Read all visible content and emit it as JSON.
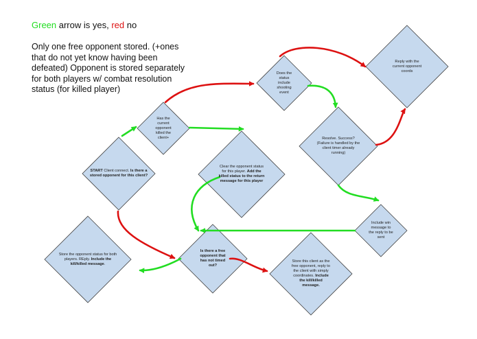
{
  "legend": {
    "green_word": "Green",
    "mid_text": " arrow is yes, ",
    "red_word": "red",
    "end_text": " no"
  },
  "note": "Only one free opponent stored. (+ones that do not yet know having been defeated) Opponent is stored separately for both players w/ combat resolution status (for killed player)",
  "colors": {
    "green": "#22dd22",
    "red": "#dd1111",
    "node_fill": "#c6d9ee",
    "node_stroke": "#444444"
  },
  "nodes": [
    {
      "id": "start",
      "parts": [
        {
          "t": "START",
          "b": true
        },
        {
          "t": " Client connect. ",
          "b": false
        },
        {
          "t": "Is there a stored opponent for this client?",
          "b": true
        }
      ]
    },
    {
      "id": "killed",
      "parts": [
        {
          "t": "Has the current opponent killed the client+",
          "b": false
        }
      ]
    },
    {
      "id": "shooting",
      "parts": [
        {
          "t": "Does the status include shooting event",
          "b": false
        }
      ]
    },
    {
      "id": "reply",
      "parts": [
        {
          "t": "Reply with the current opponent coords",
          "b": false
        }
      ]
    },
    {
      "id": "resolve",
      "parts": [
        {
          "t": "Resolve. Success? (Failure is handled by the client timer already running)",
          "b": false
        }
      ]
    },
    {
      "id": "clear",
      "parts": [
        {
          "t": "Clear the opponent status for this player. ",
          "b": false
        },
        {
          "t": "Add the killed status to the return message for this player",
          "b": true
        }
      ]
    },
    {
      "id": "win",
      "parts": [
        {
          "t": "Include win message to the reply to be sent",
          "b": false
        }
      ]
    },
    {
      "id": "free",
      "parts": [
        {
          "t": "Is there a free opponent that has not timed out?",
          "b": true
        }
      ]
    },
    {
      "id": "store_both",
      "parts": [
        {
          "t": "Store the opponent status for both players. REply. ",
          "b": false
        },
        {
          "t": "Include the kill/killed message",
          "b": true
        },
        {
          "t": ".",
          "b": false
        }
      ]
    },
    {
      "id": "store_free",
      "parts": [
        {
          "t": "Store this client as the free opponent, reply to the client with simply coordinates. ",
          "b": false
        },
        {
          "t": "Include the kill/killed message.",
          "b": true
        }
      ]
    }
  ]
}
